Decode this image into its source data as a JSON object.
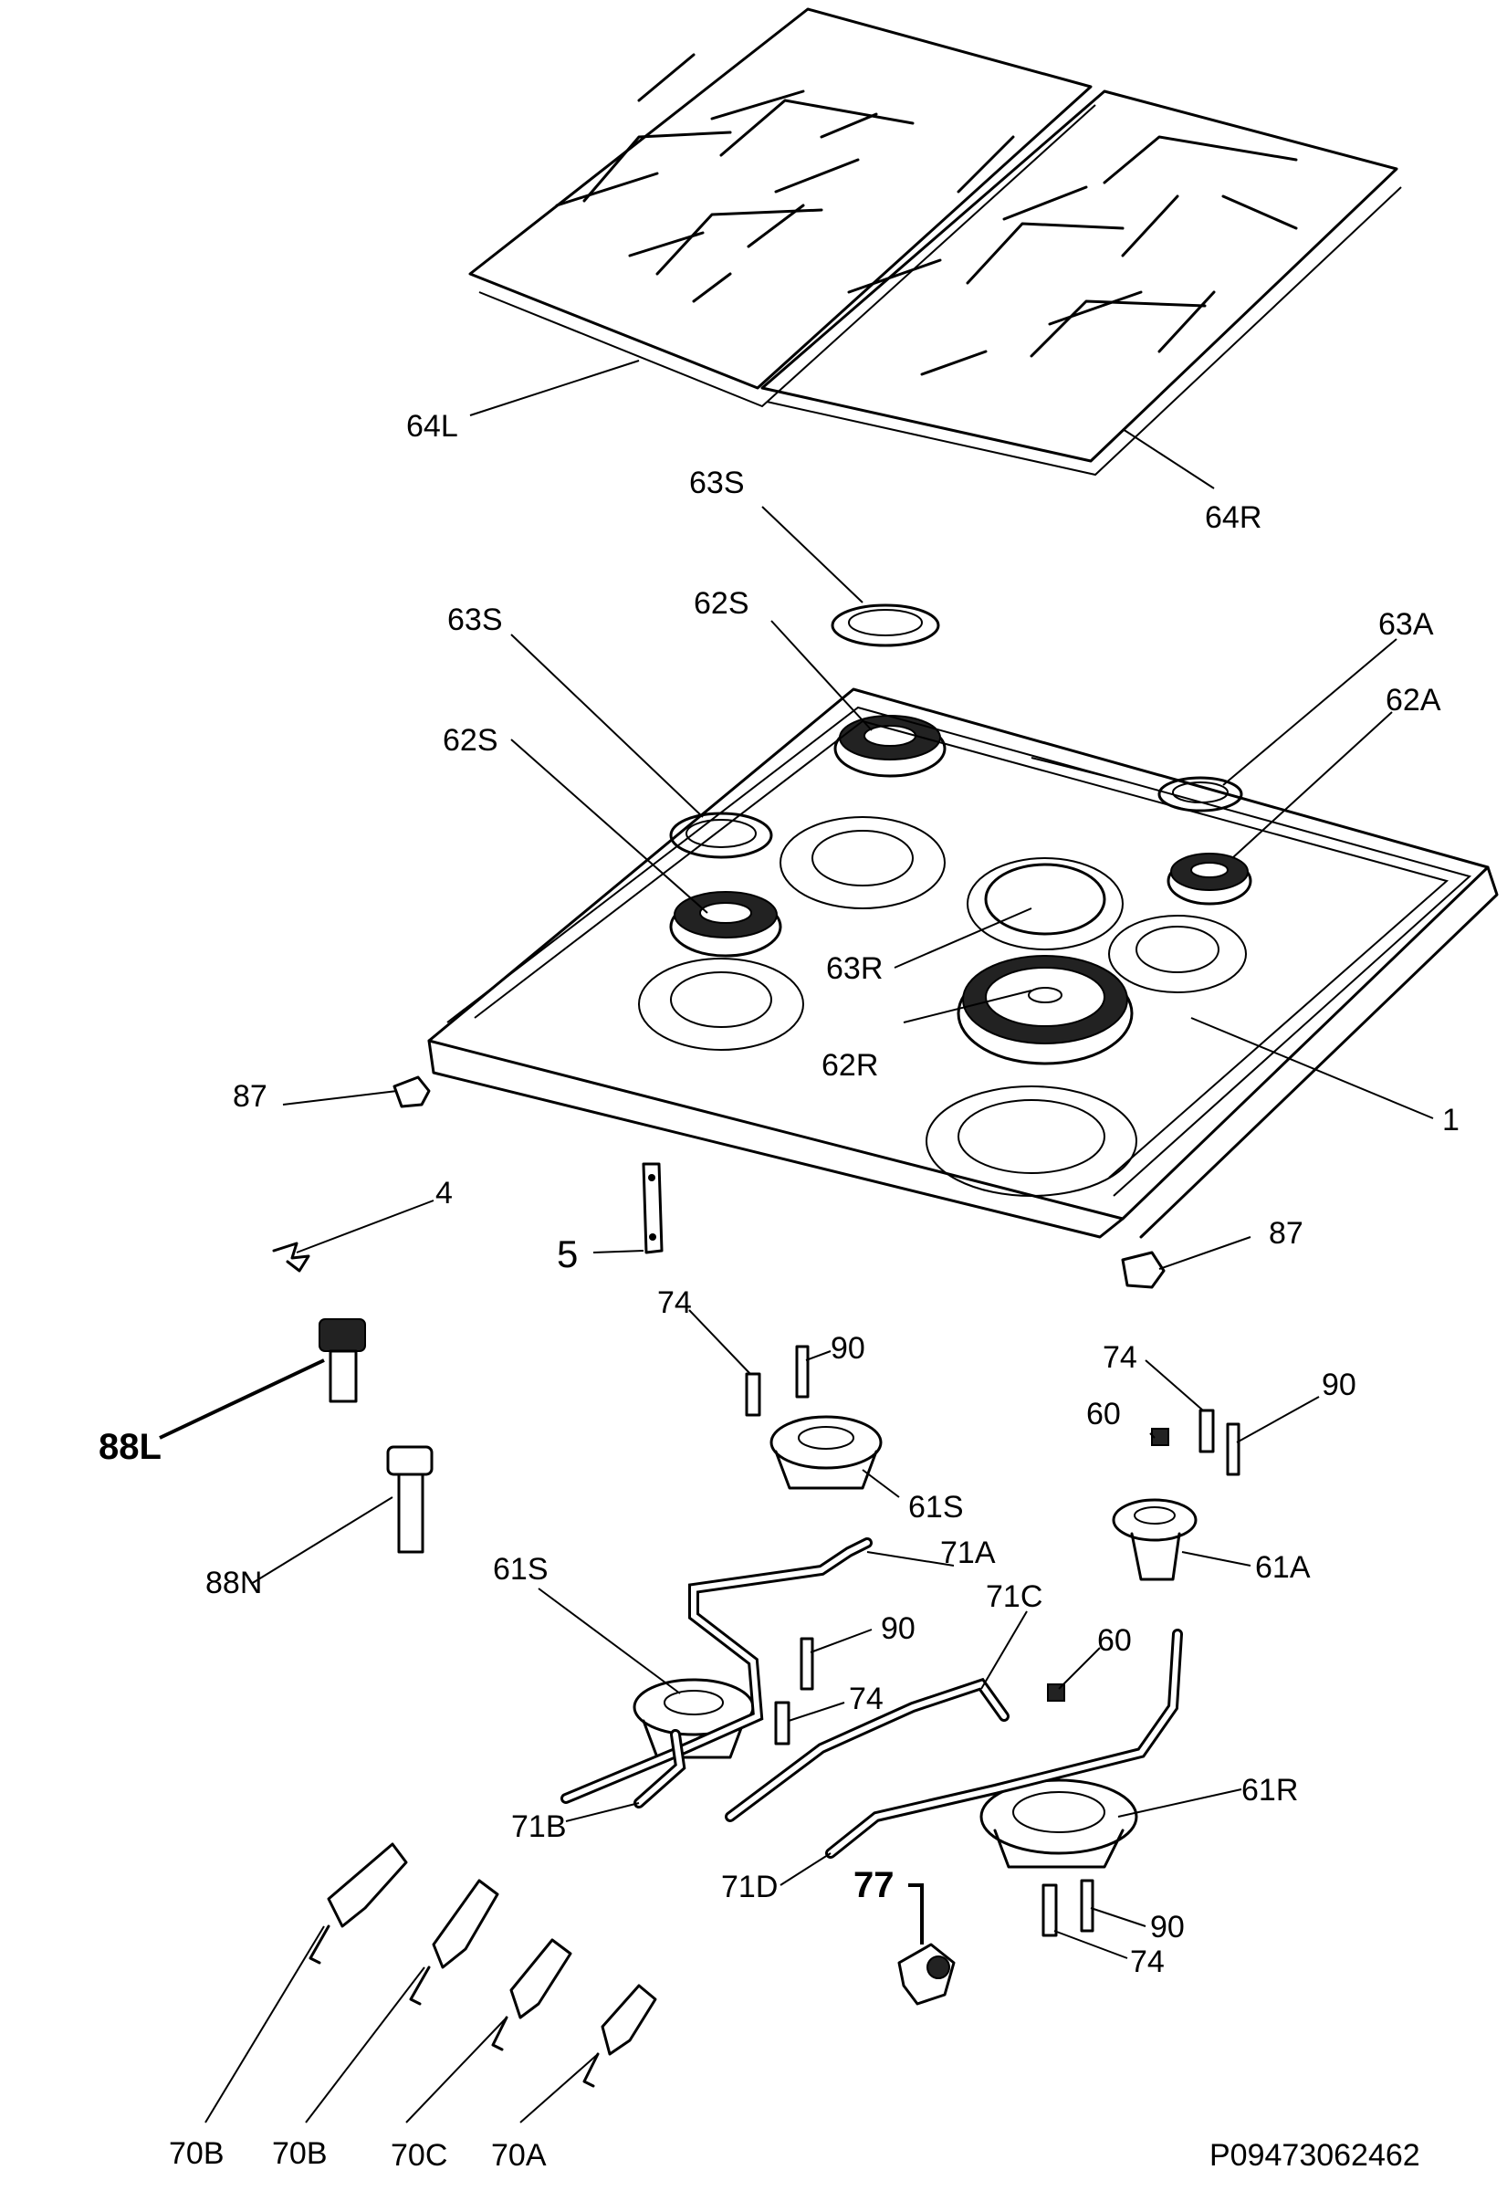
{
  "diagram": {
    "title": "Gas hob exploded parts diagram",
    "code": "P09473062462",
    "labels": {
      "l64L": "64L",
      "l64R": "64R",
      "l63S_top": "63S",
      "l62S_top": "62S",
      "l63S_left": "63S",
      "l62S_left": "62S",
      "l63A": "63A",
      "l62A": "62A",
      "l63R": "63R",
      "l62R": "62R",
      "l1": "1",
      "l87_left": "87",
      "l87_right": "87",
      "l4": "4",
      "l5": "5",
      "l88L": "88L",
      "l88N": "88N",
      "l74_a": "74",
      "l90_a": "90",
      "l61S_a": "61S",
      "l74_b": "74",
      "l60_a": "60",
      "l90_b": "90",
      "l61A": "61A",
      "l61S_b": "61S",
      "l71A": "71A",
      "l90_c": "90",
      "l74_c": "74",
      "l71C": "71C",
      "l60_b": "60",
      "l71B": "71B",
      "l71D": "71D",
      "l61R": "61R",
      "l77": "77",
      "l90_d": "90",
      "l74_d": "74",
      "l70B_1": "70B",
      "l70B_2": "70B",
      "l70C": "70C",
      "l70A": "70A"
    }
  }
}
